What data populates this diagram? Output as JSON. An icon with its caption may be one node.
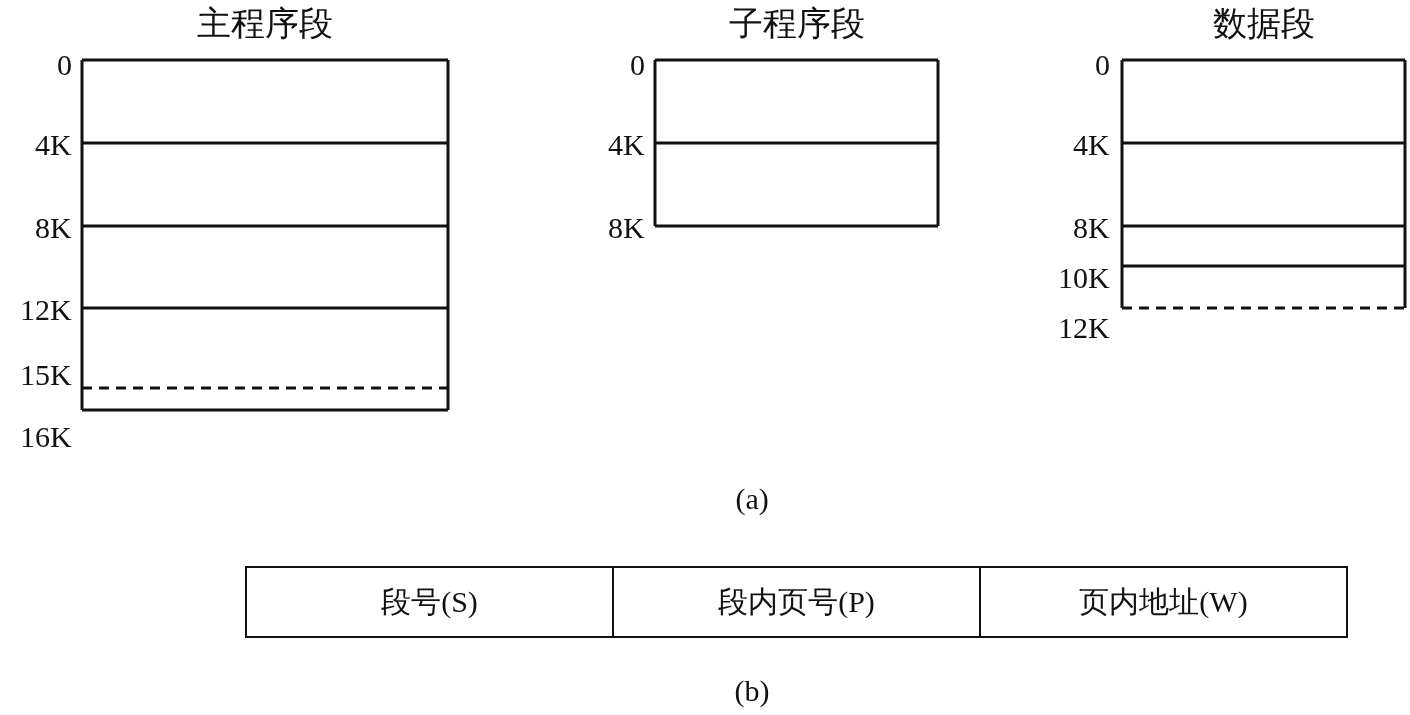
{
  "diagram": {
    "nodes": [
      {
        "text": [
          "主程序段"
        ]
      },
      {
        "text": [
          "子程序段"
        ]
      },
      {
        "text": [
          "数据段"
        ]
      },
      {
        "text": [
          "段号(S)"
        ]
      },
      {
        "text": [
          "段内页号(P)"
        ]
      },
      {
        "text": [
          "页内地址(W)"
        ]
      }
    ],
    "edges": [],
    "labels": [
      "0",
      "4K",
      "8K",
      "12K",
      "15K",
      "16K",
      "0",
      "4K",
      "8K",
      "0",
      "4K",
      "8K",
      "10K",
      "12K",
      "(a)",
      "(b)"
    ]
  }
}
